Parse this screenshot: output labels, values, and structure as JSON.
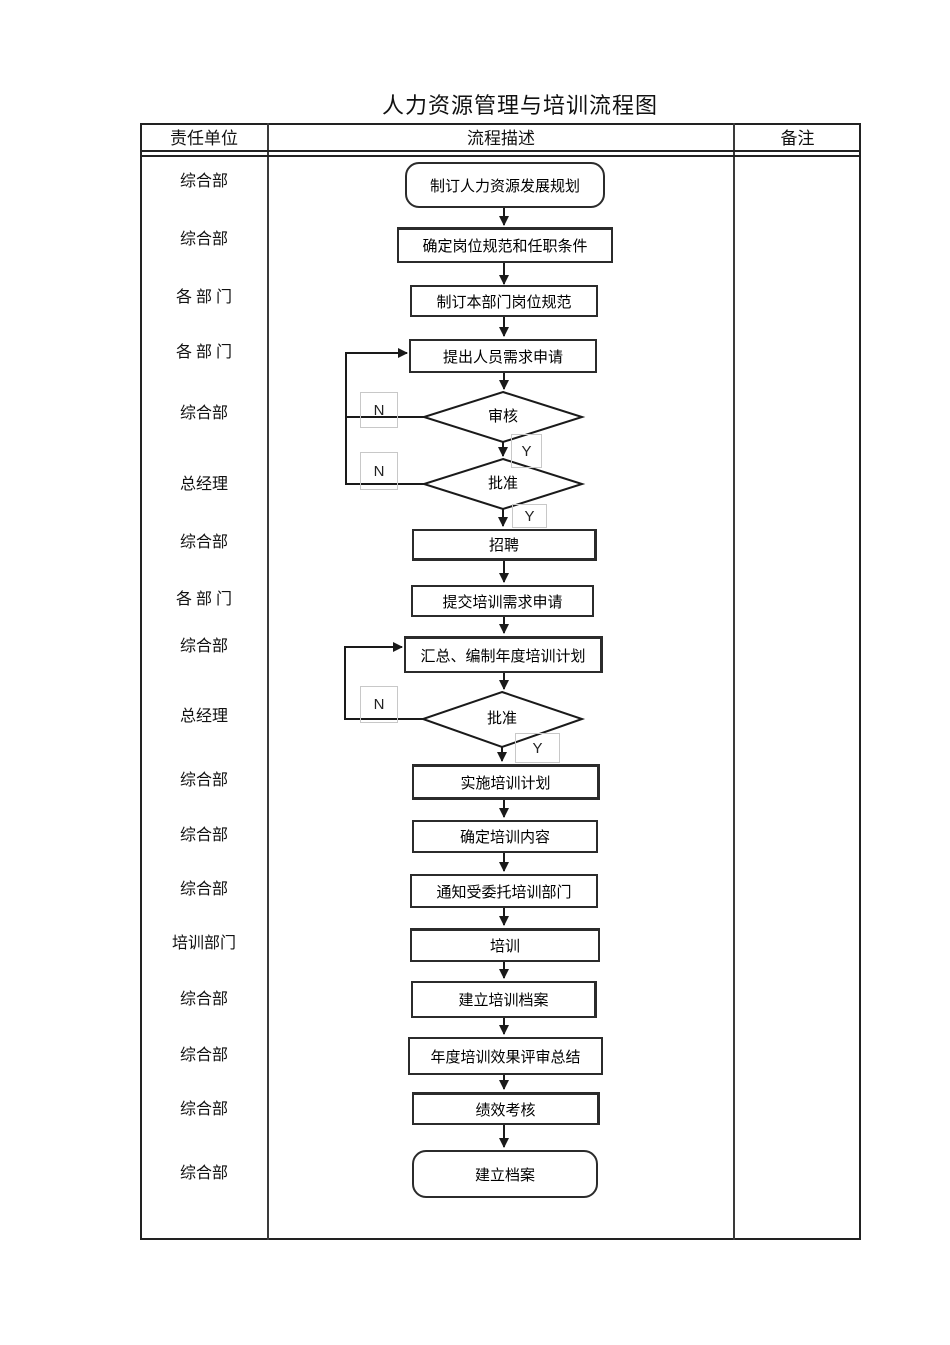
{
  "title": "人力资源管理与培训流程图",
  "table": {
    "header": {
      "unit": "责任单位",
      "process": "流程描述",
      "remarks": "备注"
    }
  },
  "lanes": [
    "综合部",
    "综合部",
    "各 部 门",
    "各 部 门",
    "综合部",
    "总经理",
    "综合部",
    "各 部 门",
    "综合部",
    "总经理",
    "综合部",
    "综合部",
    "综合部",
    "培训部门",
    "综合部",
    "综合部",
    "综合部",
    "综合部"
  ],
  "nodes": [
    {
      "type": "terminator",
      "label": "制订人力资源发展规划"
    },
    {
      "type": "process",
      "label": "确定岗位规范和任职条件"
    },
    {
      "type": "process",
      "label": "制订本部门岗位规范"
    },
    {
      "type": "process",
      "label": "提出人员需求申请"
    },
    {
      "type": "decision",
      "label": "审核"
    },
    {
      "type": "decision",
      "label": "批准"
    },
    {
      "type": "process",
      "label": "招聘"
    },
    {
      "type": "process",
      "label": "提交培训需求申请"
    },
    {
      "type": "process",
      "label": "汇总、编制年度培训计划"
    },
    {
      "type": "decision",
      "label": "批准"
    },
    {
      "type": "process",
      "label": "实施培训计划"
    },
    {
      "type": "process",
      "label": "确定培训内容"
    },
    {
      "type": "process",
      "label": "通知受委托培训部门"
    },
    {
      "type": "process",
      "label": "培训"
    },
    {
      "type": "process",
      "label": "建立培训档案"
    },
    {
      "type": "process",
      "label": "年度培训效果评审总结"
    },
    {
      "type": "process",
      "label": "绩效考核"
    },
    {
      "type": "terminator",
      "label": "建立档案"
    }
  ],
  "branch": {
    "no": "N",
    "yes": "Y"
  },
  "colors": {
    "line": "#222222",
    "node_border": "#2b2b2b",
    "faint_border": "#c8c8c8",
    "background": "#ffffff"
  }
}
